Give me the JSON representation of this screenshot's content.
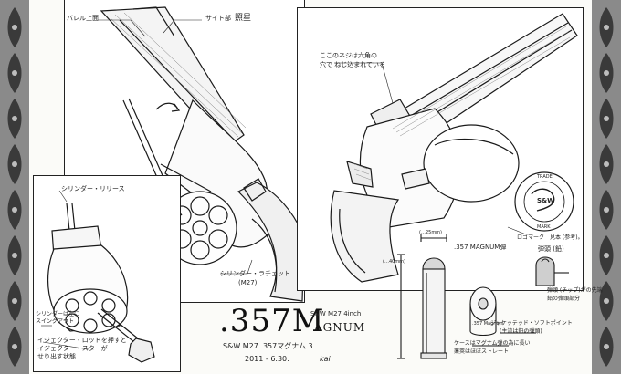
{
  "title": {
    "main": ".357M",
    "sub": "AGNUM",
    "spec": "S&W M27 4inch",
    "caption1": "S&W M27 .357マグナム 3.",
    "caption2": "2011 - 6.30.",
    "signature": "kai"
  },
  "labels": {
    "top_left_1": "バレル上面",
    "top_left_2": "サイト部",
    "top_left_3": "照星",
    "cylinder_release": "シリンダー・リリース",
    "cylinder_note1": "シリンダーは左に",
    "cylinder_note2": "スイングアウト",
    "ejector_note1": "イジェクター・ロッドを押すと",
    "ejector_note2": "イジェクター・スターが",
    "ejector_note3": "せり出す状態",
    "cylinder_ratchet": "シリンダー・ラチェット",
    "hammer_note": "(M27)",
    "front_sight_1": "ここのネジは六角の",
    "front_sight_2": "穴で ねじ込まれている",
    "logo_note": "ロゴマーク　見本 (参考)。",
    "magnum_bullet": ".357 MAGNUM弾",
    "bullet_head": "弾頭 (鉛)",
    "bullet_note1": "弾頭 (チップ)がの先端",
    "bullet_note2": "鉛の弾頭部分",
    "jacket_note": "ジャケッテッド・ソフトポイント",
    "jacket_note2": "(主流は鉛の弾頭)",
    "case_note1": "ケースはマグナム弾の為に長い",
    "case_note2": "薬莢はほぼストレート",
    "primer_label": ".357 Magnum",
    "dim_top": "(…25mm)",
    "dim_left": "(…40mm)"
  },
  "logo": {
    "top": "TRADE",
    "bottom": "MARK",
    "monogram": "S&W"
  }
}
